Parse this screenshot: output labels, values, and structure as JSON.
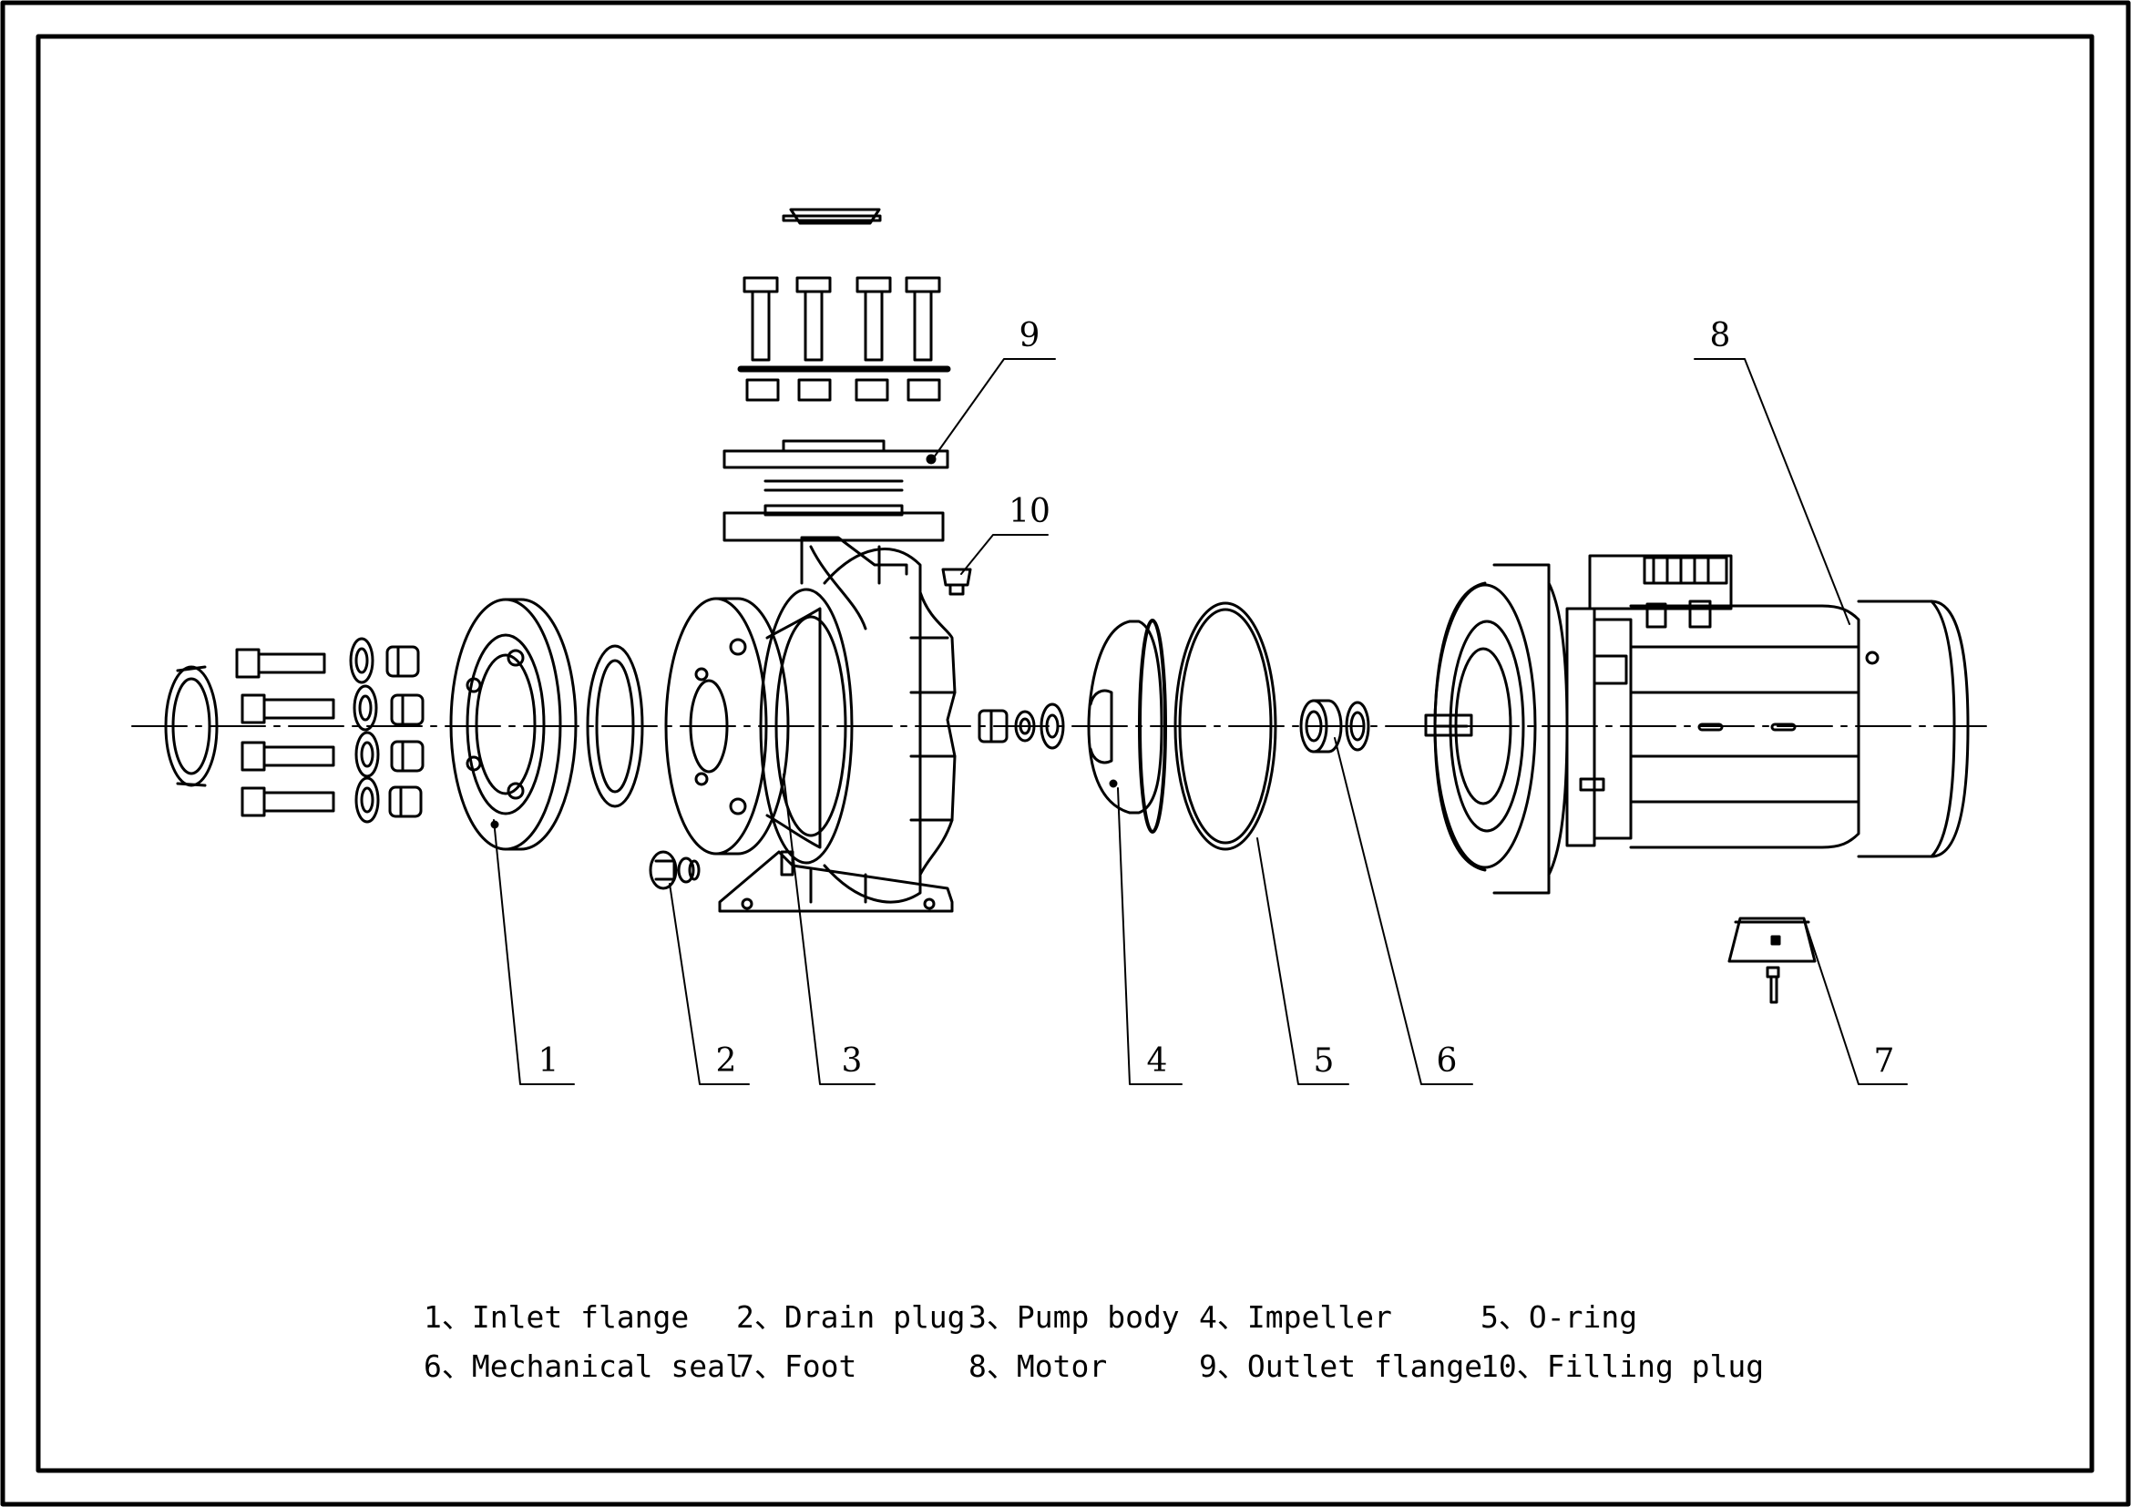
{
  "callouts": [
    "1",
    "2",
    "3",
    "4",
    "5",
    "6",
    "7",
    "8",
    "9",
    "10"
  ],
  "legend": [
    {
      "label": "1、Inlet flange"
    },
    {
      "label": "2、Drain plug"
    },
    {
      "label": "3、Pump body"
    },
    {
      "label": "4、Impeller"
    },
    {
      "label": "5、O-ring"
    },
    {
      "label": "6、Mechanical seal"
    },
    {
      "label": "7、Foot"
    },
    {
      "label": "8、Motor"
    },
    {
      "label": "9、Outlet flange"
    },
    {
      "label": "10、Filling plug"
    }
  ],
  "colors": {
    "line": "#000000",
    "background": "#ffffff"
  }
}
